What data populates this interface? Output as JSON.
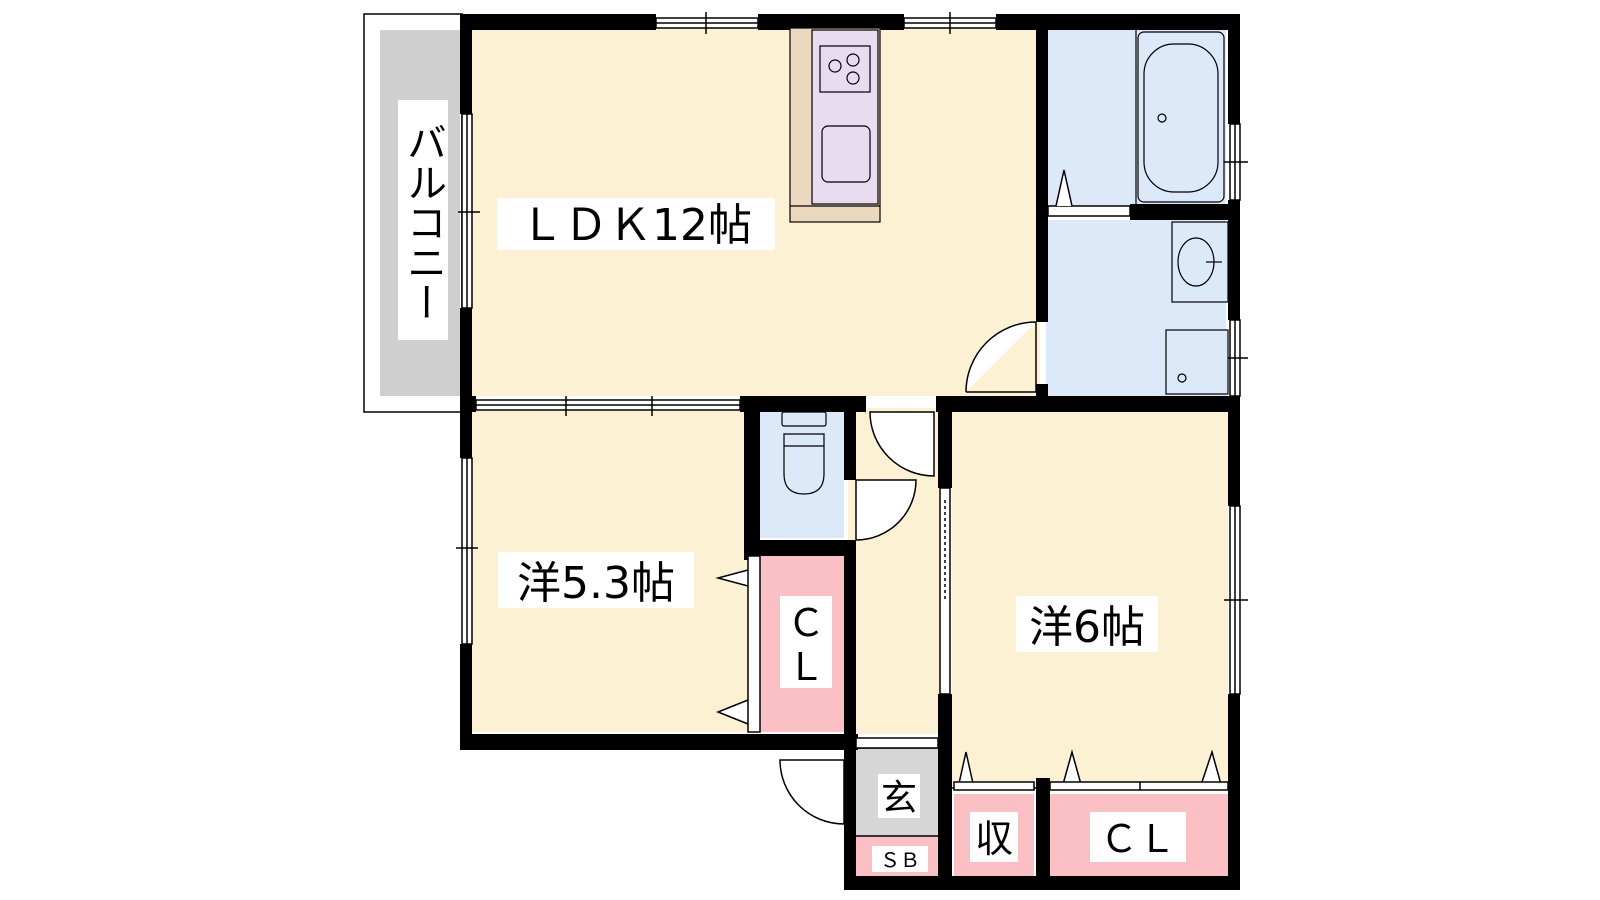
{
  "floorplan": {
    "rooms": {
      "ldk": {
        "label": "ＬＤＫ12帖"
      },
      "western_a": {
        "label": "洋5.3帖"
      },
      "western_b": {
        "label": "洋6帖"
      },
      "balcony": {
        "label": "バルコニー"
      },
      "closet_a": {
        "line1": "Ｃ",
        "line2": "Ｌ"
      },
      "closet_b": {
        "label": "ＣＬ"
      },
      "storage": {
        "label": "収"
      },
      "entrance": {
        "label": "玄"
      },
      "shoe_box": {
        "label": "ＳＢ"
      }
    },
    "colors": {
      "living": "#fdf1d4",
      "wet": "#dbe9f9",
      "closet": "#fbc0c4",
      "balcony": "#cfcfcf",
      "entrance": "#d6d6d6",
      "kitchen": "#e8dcf1",
      "counter": "#ead9bf",
      "wall": "#000000"
    }
  }
}
